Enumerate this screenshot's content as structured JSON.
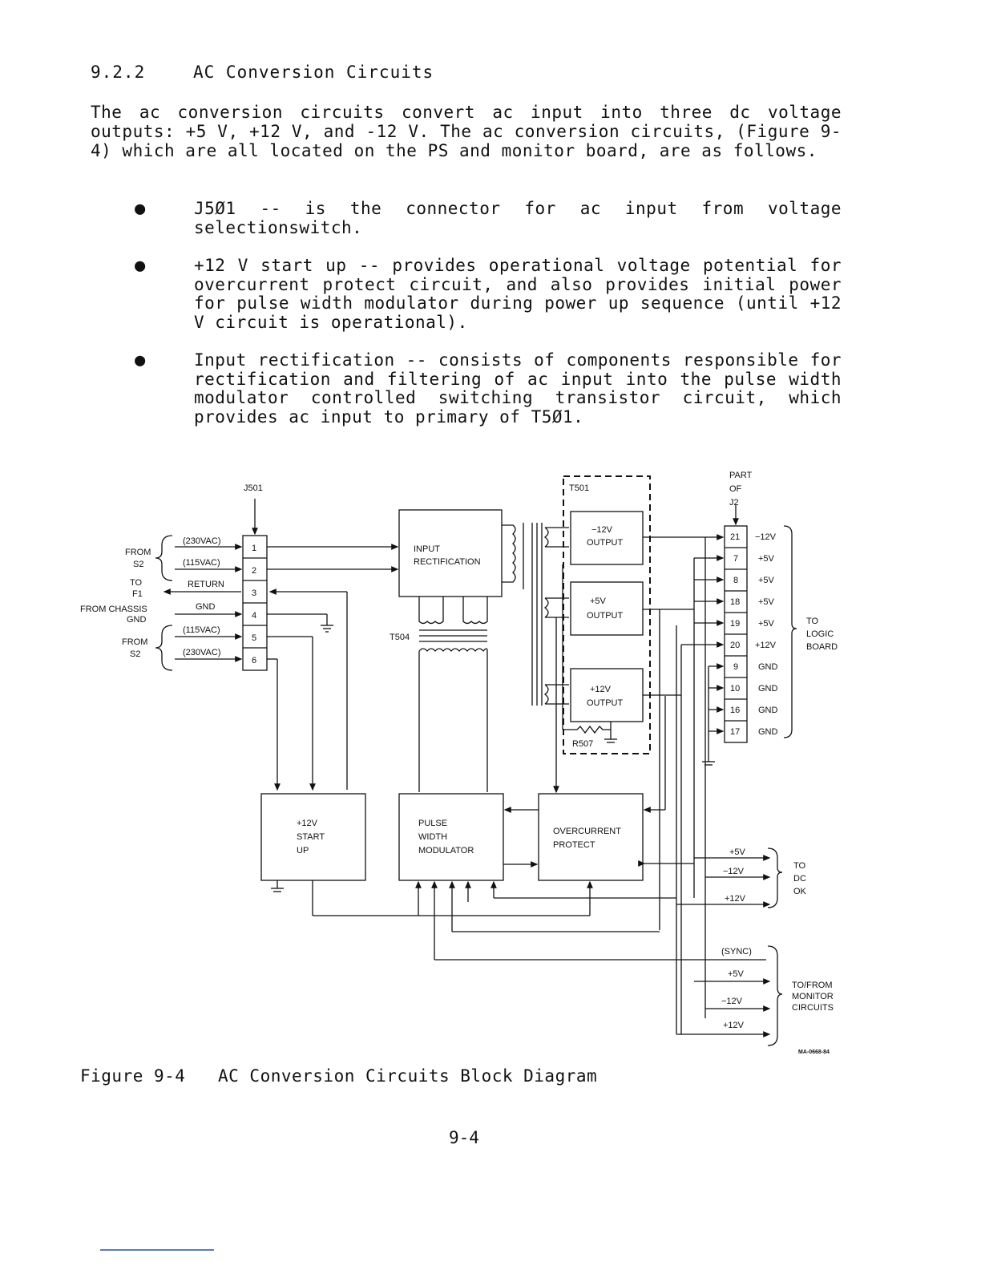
{
  "section": {
    "number": "9.2.2",
    "title": "AC Conversion Circuits"
  },
  "intro": "The ac conversion circuits convert ac input into three dc voltage outputs: +5 V, +12 V, and -12 V. The ac conversion circuits, (Figure 9-4) which are all located on the PS and monitor board, are as follows.",
  "bullets": [
    "J5Ø1 -- is the connector for ac input from voltage selectionswitch.",
    "+12 V start up -- provides operational voltage potential for overcurrent protect circuit, and also provides initial power for pulse width modulator during power up sequence (until +12 V circuit is operational).",
    "Input rectification -- consists of components responsible for rectification and filtering of ac input into the pulse width modulator controlled switching transistor circuit, which provides ac input to primary of T5Ø1."
  ],
  "diagram": {
    "connector": "J501",
    "from_s2": "FROM",
    "s2": "S2",
    "to": "TO",
    "f1": "F1",
    "from_chassis": "FROM CHASSIS",
    "gnd": "GND",
    "ac230": "(230VAC)",
    "ac115": "(115VAC)",
    "return": "RETURN",
    "pins_left": [
      "1",
      "2",
      "3",
      "4",
      "5",
      "6"
    ],
    "input_rect_1": "INPUT",
    "input_rect_2": "RECTIFICATION",
    "t504": "T504",
    "t501": "T501",
    "out_m12_1": "−12V",
    "out_p5_1": "+5V",
    "out_p12_1": "+12V",
    "output": "OUTPUT",
    "r507": "R507",
    "part_of": "PART",
    "of": "OF",
    "j2": "J2",
    "j2_pins": [
      "21",
      "7",
      "8",
      "18",
      "19",
      "20",
      "9",
      "10",
      "16",
      "17"
    ],
    "j2_labels": [
      "−12V",
      "+5V",
      "+5V",
      "+5V",
      "+5V",
      "+12V",
      "GND",
      "GND",
      "GND",
      "GND"
    ],
    "to_logic": [
      "TO",
      "LOGIC",
      "BOARD"
    ],
    "start_up": [
      "+12V",
      "START",
      "UP"
    ],
    "pwm": [
      "PULSE",
      "WIDTH",
      "MODULATOR"
    ],
    "ocp": [
      "OVERCURRENT",
      "PROTECT"
    ],
    "dcok_labels": [
      "+5V",
      "−12V",
      "+12V"
    ],
    "to_dcok": [
      "TO",
      "DC",
      "OK"
    ],
    "sync": "(SYNC)",
    "mon_labels": [
      "+5V",
      "−12V",
      "+12V"
    ],
    "to_monitor": [
      "TO/FROM",
      "MONITOR",
      "CIRCUITS"
    ],
    "drawing_id": "MA-0668-84"
  },
  "caption": {
    "number": "Figure 9-4",
    "title": "AC Conversion Circuits Block Diagram"
  },
  "page_number": "9-4"
}
